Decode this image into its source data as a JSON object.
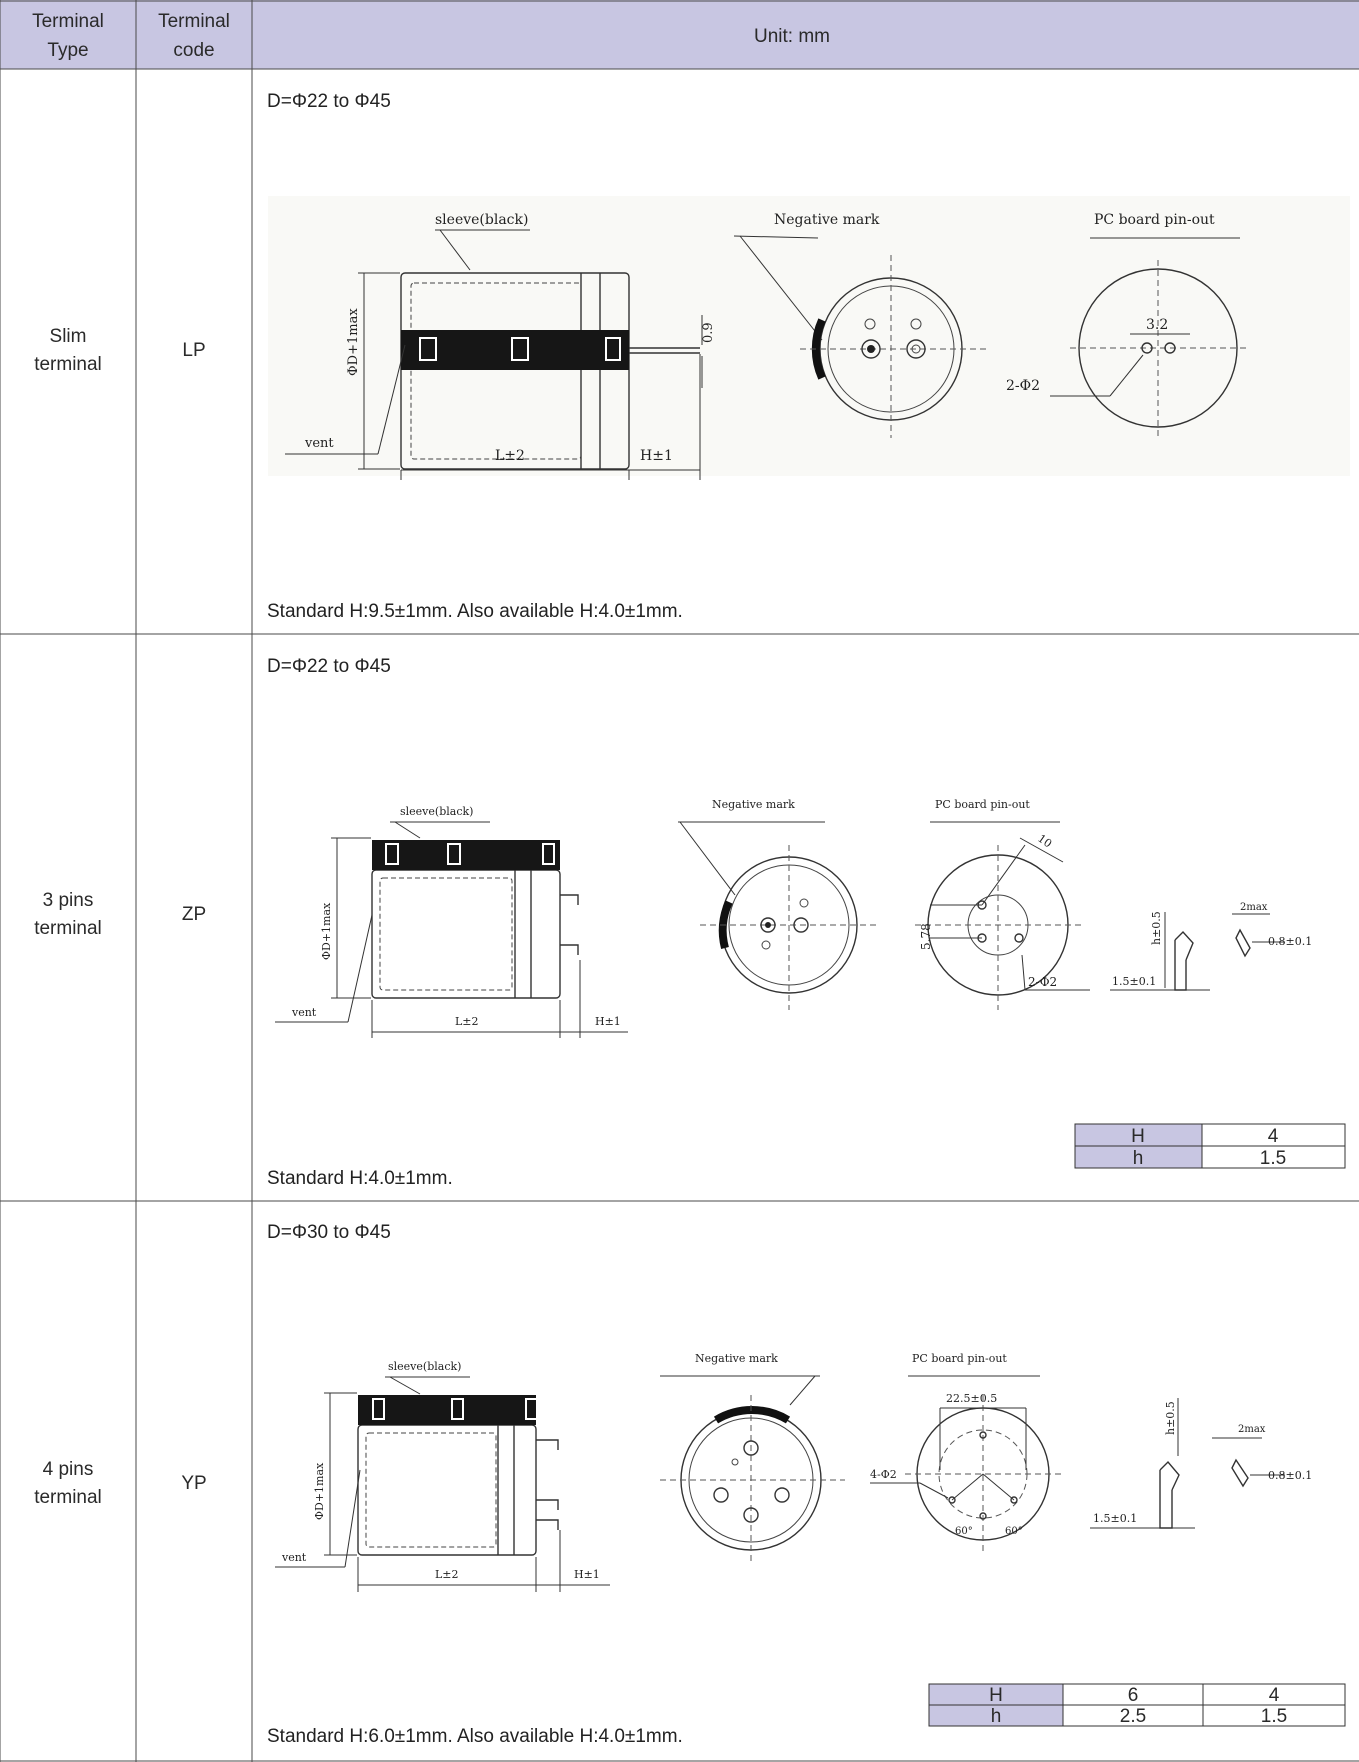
{
  "header": {
    "col1": [
      "Terminal",
      "Type"
    ],
    "col2": [
      "Terminal",
      "code"
    ],
    "col3": "Unit: mm"
  },
  "rows": [
    {
      "type": [
        "Slim",
        "terminal"
      ],
      "code": "LP",
      "range": "D=Φ22 to Φ45",
      "note": "Standard H:9.5±1mm. Also available H:4.0±1mm.",
      "labels": {
        "sleeve": "sleeve(black)",
        "negative": "Negative mark",
        "pcboard": "PC  board pin-out",
        "vent": "vent",
        "L": "L±2",
        "H": "H±1",
        "D": "ΦD+1max",
        "pitch": "3.2",
        "holes": "2-Φ2",
        "pin": "0.9"
      }
    },
    {
      "type": [
        "3 pins",
        "terminal"
      ],
      "code": "ZP",
      "range": "D=Φ22 to Φ45",
      "note": "Standard H:4.0±1mm.",
      "labels": {
        "sleeve": "sleeve(black)",
        "negative": "Negative mark",
        "pcboard": "PC  board pin-out",
        "vent": "vent",
        "L": "L±2",
        "H": "H±1",
        "D": "ΦD+1max",
        "ten": "10",
        "dist": "5.78",
        "holes": "2-Φ2",
        "h": "h±0.5",
        "w": "1.5±0.1",
        "two": "2max",
        "thk": "0.8±0.1"
      },
      "mini_table": [
        [
          "H",
          "4"
        ],
        [
          "h",
          "1.5"
        ]
      ]
    },
    {
      "type": [
        "4 pins",
        "terminal"
      ],
      "code": "YP",
      "range": "D=Φ30 to Φ45",
      "note": "Standard H:6.0±1mm. Also available H:4.0±1mm.",
      "labels": {
        "sleeve": "sleeve(black)",
        "negative": "Negative mark",
        "pcboard": "PC  board pin-out",
        "vent": "vent",
        "L": "L±2",
        "H": "H±1",
        "D": "ΦD+1max",
        "span": "22.5±0.5",
        "holes": "4-Φ2",
        "a1": "60°",
        "a2": "60°",
        "h": "h±0.5",
        "w": "1.5±0.1",
        "two": "2max",
        "thk": "0.8±0.1"
      },
      "mini_table": [
        [
          "H",
          "6",
          "4"
        ],
        [
          "h",
          "2.5",
          "1.5"
        ]
      ]
    }
  ]
}
